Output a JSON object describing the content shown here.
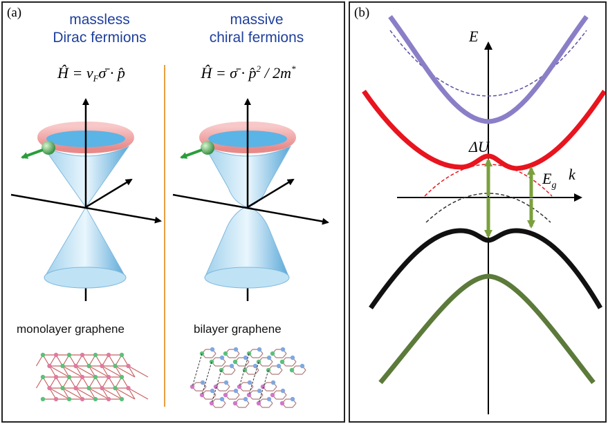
{
  "panel_a": {
    "label": "(a)",
    "left": {
      "heading_line1": "massless",
      "heading_line2": "Dirac fermions",
      "hamiltonian": "Ĥ = v_F σ̄ · p̂",
      "caption": "monolayer graphene"
    },
    "right": {
      "heading_line1": "massive",
      "heading_line2": "chiral fermions",
      "hamiltonian": "Ĥ = σ̄ · p̂² / 2m*",
      "caption": "bilayer graphene"
    }
  },
  "panel_b": {
    "label": "(b)",
    "axis_e": "E",
    "axis_k": "k",
    "delta_u": "ΔU",
    "gap": "E",
    "gap_sub": "g"
  },
  "colors": {
    "heading": "#1f3f9c",
    "divider": "#e8a040",
    "band_purple": "#8a7fc7",
    "band_red": "#e8141e",
    "band_black": "#111111",
    "band_green": "#5c7a3a",
    "arrow_green": "#7aa03c"
  }
}
